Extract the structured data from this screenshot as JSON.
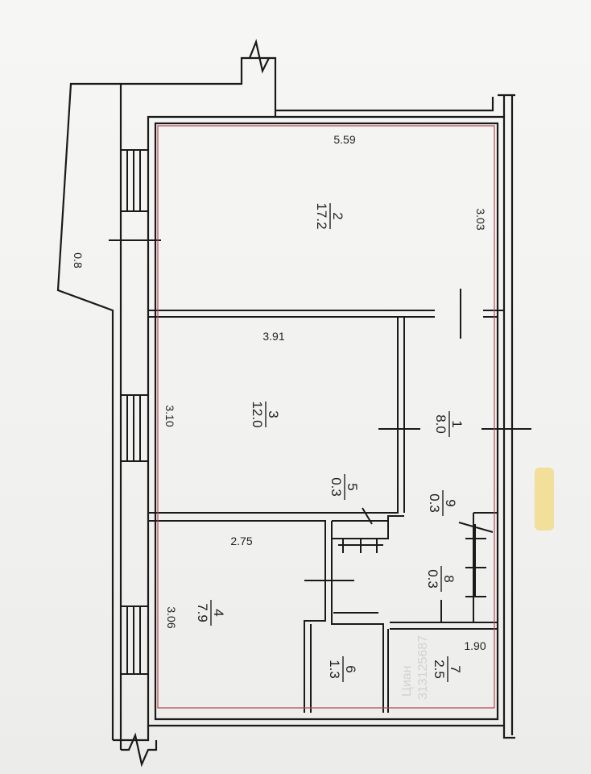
{
  "plan": {
    "outer_dims": {
      "side": "0.8"
    },
    "rooms": [
      {
        "id": "room-2",
        "number": "2",
        "area": "17.2",
        "dim_long": "5.59",
        "dim_short": "3.03"
      },
      {
        "id": "room-3",
        "number": "3",
        "area": "12.0",
        "dim_long": "3.91",
        "dim_short": "3.10"
      },
      {
        "id": "room-1",
        "number": "1",
        "area": "8.0"
      },
      {
        "id": "room-5",
        "number": "5",
        "area": "0.3"
      },
      {
        "id": "room-9",
        "number": "9",
        "area": "0.3"
      },
      {
        "id": "room-8",
        "number": "8",
        "area": "0.3"
      },
      {
        "id": "room-4",
        "number": "4",
        "area": "7.9",
        "dim_long": "2.75",
        "dim_short": "3.06"
      },
      {
        "id": "room-6",
        "number": "6",
        "area": "1.3"
      },
      {
        "id": "room-7",
        "number": "7",
        "area": "2.5",
        "dim_long": "1.90"
      }
    ],
    "colors": {
      "wall": "#1a1a1a",
      "outline": "#b8474c",
      "paper": "#f4f4f2",
      "sticker": "#f2df9a"
    }
  },
  "watermark": {
    "brand": "Циан",
    "code": "313125687"
  }
}
